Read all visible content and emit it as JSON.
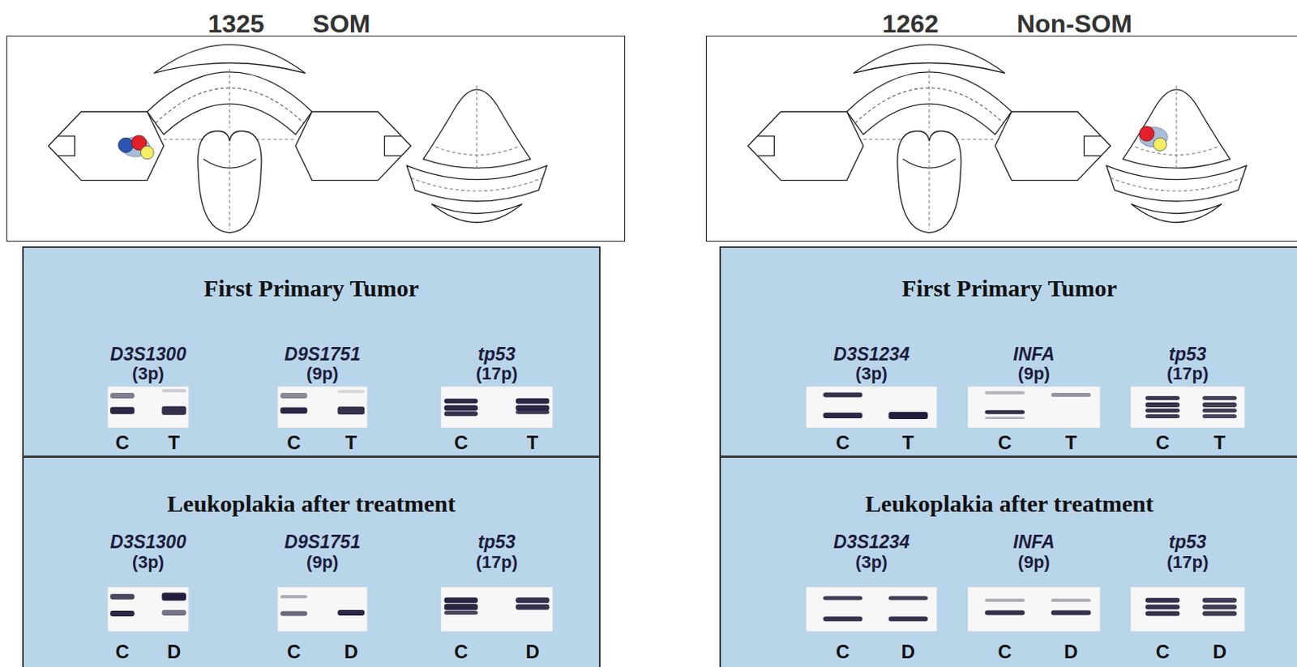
{
  "diagram": {
    "nodes": [
      {
        "text": [
          "1325",
          "SOM"
        ]
      },
      {
        "text": [
          "First Primary Tumor"
        ]
      },
      {
        "text": [
          "Leukoplakia after treatment"
        ]
      },
      {
        "text": [
          "1262",
          "Non-SOM"
        ]
      },
      {
        "text": [
          "First Primary Tumor"
        ]
      },
      {
        "text": [
          "Leukoplakia after treatment"
        ]
      }
    ],
    "labels": [
      "D3S1300",
      "(3p)",
      "C",
      "T",
      "D9S1751",
      "(9p)",
      "C",
      "T",
      "tp53",
      "(17p)",
      "C",
      "T",
      "D3S1300",
      "(3p)",
      "C",
      "D",
      "D9S1751",
      "(9p)",
      "C",
      "D",
      "tp53",
      "(17p)",
      "C",
      "D",
      "D3S1234",
      "(3p)",
      "C",
      "T",
      "INFA",
      "(9p)",
      "C",
      "T",
      "tp53",
      "(17p)",
      "C",
      "T",
      "D3S1234",
      "(3p)",
      "C",
      "D",
      "INFA",
      "(9p)",
      "C",
      "D",
      "tp53",
      "(17p)",
      "C",
      "D"
    ]
  }
}
